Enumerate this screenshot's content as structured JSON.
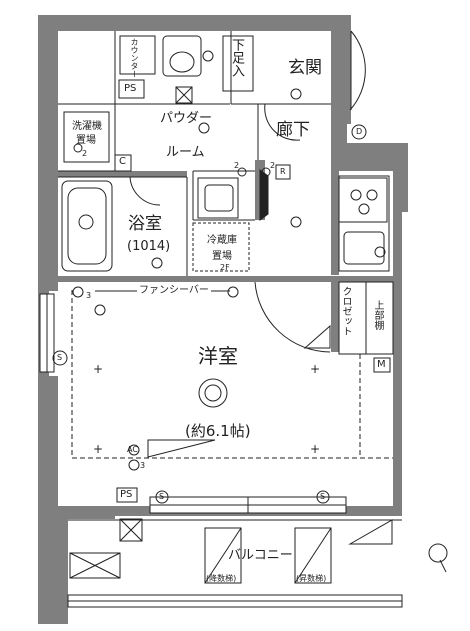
{
  "rooms": {
    "entrance": "玄関",
    "shoe_box": "下足入",
    "corridor": "廊下",
    "powder_room_line1": "パウダー",
    "powder_room_line2": "ルーム",
    "bath_name": "浴室",
    "bath_size": "(1014)",
    "fridge_line1": "冷蔵庫",
    "fridge_line2": "置場",
    "laundry_line1": "洗濯機",
    "laundry_line2": "置場",
    "counter": "カウンター",
    "western_room": "洋室",
    "western_room_size": "(約6.1帖)",
    "closet": "クロゼット",
    "upper_shelf": "上部棚",
    "balcony": "バルコニー",
    "evac_hatch_up": "(昇数梯)",
    "evac_hatch_down": "(降数梯)",
    "fancy_bar": "ファンシーバー"
  },
  "symbols": {
    "ps_top": "PS",
    "ps_bottom": "PS",
    "c_mark": "C",
    "m_mark": "M",
    "d_mark": "D",
    "r_mark": "R",
    "s_left": "S",
    "s_balcony_left": "S",
    "s_balcony_right": "S",
    "ac_mark": "AC",
    "num_2a": "2",
    "num_2b": "2",
    "num_2c": "2",
    "num_3a": "3",
    "num_3b": "3",
    "num_2f": "2F"
  },
  "colors": {
    "wall": "#7f7f7f",
    "line": "#222222",
    "background": "#ffffff"
  }
}
